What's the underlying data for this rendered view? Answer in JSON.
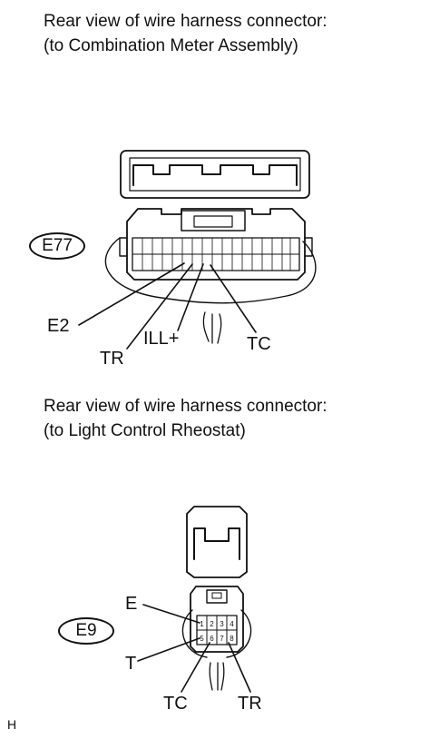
{
  "caption_combination": {
    "line1": "Rear view of wire harness connector:",
    "line2": "(to Combination Meter Assembly)"
  },
  "caption_rheostat": {
    "line1": "Rear view of wire harness connector:",
    "line2": "(to Light Control Rheostat)"
  },
  "connector_e77": {
    "id": "E77",
    "terminals": [
      "E2",
      "TR",
      "ILL+",
      "TC"
    ]
  },
  "connector_e9": {
    "id": "E9",
    "pin_numbers_top": [
      "1",
      "2",
      "3",
      "4"
    ],
    "pin_numbers_bottom": [
      "5",
      "6",
      "7",
      "8"
    ],
    "terminals": [
      "E",
      "T",
      "TC",
      "TR"
    ]
  },
  "figure_id": "H"
}
